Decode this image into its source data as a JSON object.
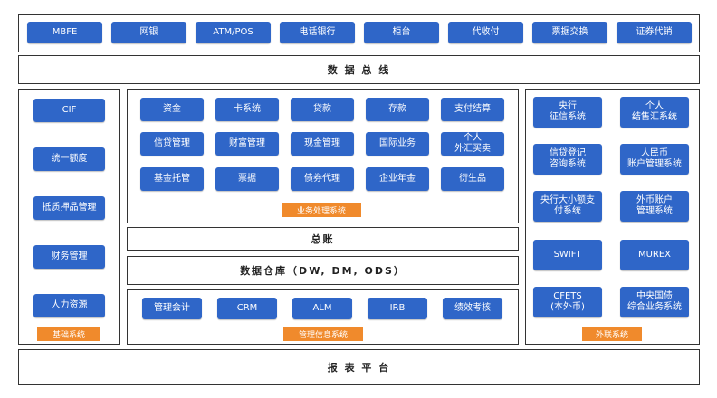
{
  "channels": [
    "MBFE",
    "网银",
    "ATM/POS",
    "电话银行",
    "柜台",
    "代收付",
    "票据交换",
    "证券代销"
  ],
  "bus": {
    "label": "数 据 总 线"
  },
  "left": {
    "items": [
      "CIF",
      "统一额度",
      "抵质押品管理",
      "财务管理",
      "人力资源"
    ],
    "tag": "基础系统"
  },
  "biz": {
    "items": [
      "资金",
      "卡系统",
      "贷款",
      "存款",
      "支付结算",
      "信贷管理",
      "财富管理",
      "现金管理",
      "国际业务",
      "个人\n外汇买卖",
      "基金托管",
      "票据",
      "债券代理",
      "企业年金",
      "衍生品"
    ],
    "tag": "业务处理系统"
  },
  "ledger": {
    "label": "总账"
  },
  "warehouse": {
    "label": "数据仓库（DW, DM, ODS）"
  },
  "mis": {
    "items": [
      "管理会计",
      "CRM",
      "ALM",
      "IRB",
      "绩效考核"
    ],
    "tag": "管理信息系统"
  },
  "right": {
    "items": [
      "央行\n征信系统",
      "个人\n结售汇系统",
      "信贷登记\n咨询系统",
      "人民币\n账户管理系统",
      "央行大小额支\n付系统",
      "外币账户\n管理系统",
      "SWIFT",
      "MUREX",
      "CFETS\n(本外币)",
      "中央国债\n综合业务系统"
    ],
    "tag": "外联系统"
  },
  "report": {
    "label": "报 表 平 台"
  }
}
